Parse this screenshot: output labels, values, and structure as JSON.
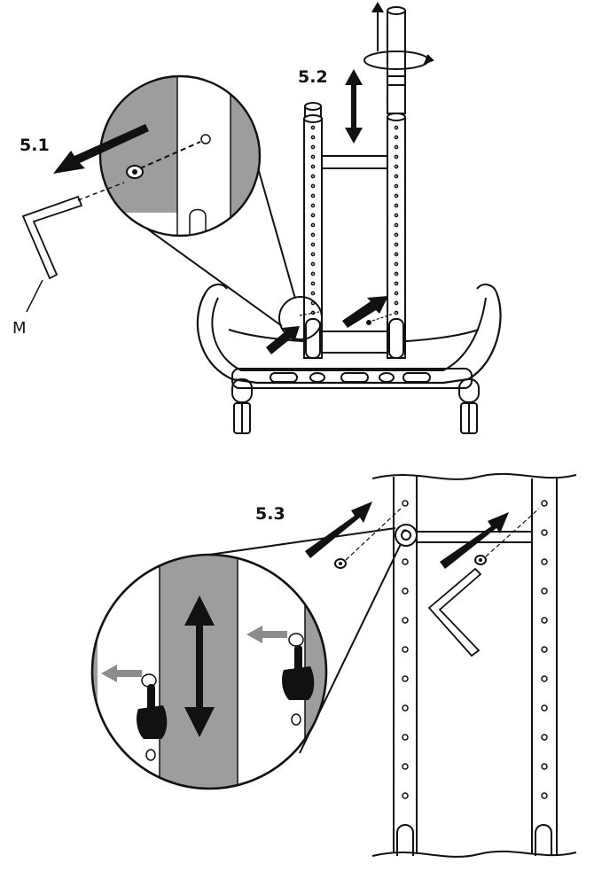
{
  "figure_1": {
    "step_left": "5.1",
    "step_top": "5.2",
    "tool_label": "M"
  },
  "figure_2": {
    "step": "5.3"
  },
  "colors": {
    "line": "#111111",
    "panel_gray": "#9d9d9d",
    "arrow_gray": "#8c8c8c",
    "background": "#ffffff"
  }
}
